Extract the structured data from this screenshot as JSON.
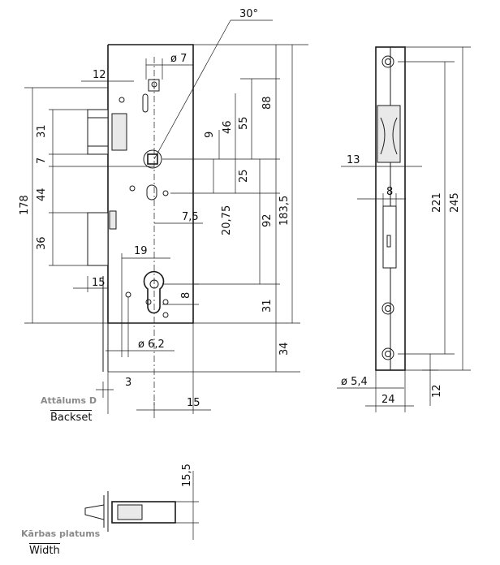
{
  "dimensions": {
    "angle": "30°",
    "d7": "ø 7",
    "d12": "12",
    "d88": "88",
    "d31a": "31",
    "d9": "9",
    "d46": "46",
    "d55": "55",
    "d7b": "7",
    "d25": "25",
    "d178": "178",
    "d44": "44",
    "d2075": "20,75",
    "d75": "7,5",
    "d92": "92",
    "d1835": "183,5",
    "d36": "36",
    "d19": "19",
    "d15a": "15",
    "d8a": "8",
    "d31b": "31",
    "d62": "ø 6,2",
    "d34": "34",
    "d3": "3",
    "d15b": "15",
    "d13": "13",
    "d8b": "8",
    "d221": "221",
    "d245": "245",
    "d54": "ø 5,4",
    "d24": "24",
    "d12b": "12",
    "d155": "15,5"
  },
  "labels": {
    "backset_lv": "Attālums D",
    "backset_en": "Backset",
    "width_lv": "Kārbas platums",
    "width_en": "Width"
  }
}
